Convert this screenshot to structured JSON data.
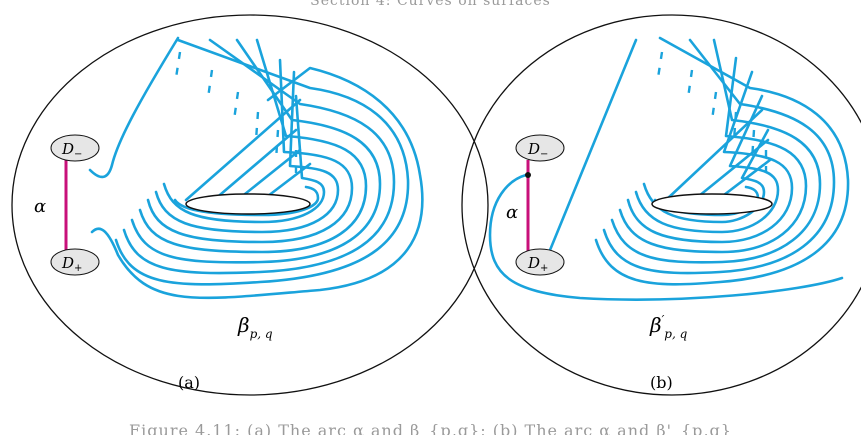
{
  "header_fragment": "Section 4: Curves on surfaces",
  "caption_fragment": "Figure 4.11: (a) The arc α and β_{p,q}; (b) The arc α and β'_{p,q}",
  "panels": [
    {
      "label": "(a)",
      "disk_top": "D",
      "disk_top_sub": "−",
      "disk_bottom": "D",
      "disk_bottom_sub": "+",
      "arc_label": "α",
      "curve_label": "β",
      "curve_prime": "",
      "curve_sub": "p, q"
    },
    {
      "label": "(b)",
      "disk_top": "D",
      "disk_top_sub": "−",
      "disk_bottom": "D",
      "disk_bottom_sub": "+",
      "arc_label": "α",
      "curve_label": "β",
      "curve_prime": "′",
      "curve_sub": "p, q"
    }
  ],
  "colors": {
    "curve": "#1aa3dc",
    "arc": "#c8107a",
    "outline": "#111111",
    "disk_fill": "#e6e6e6"
  }
}
